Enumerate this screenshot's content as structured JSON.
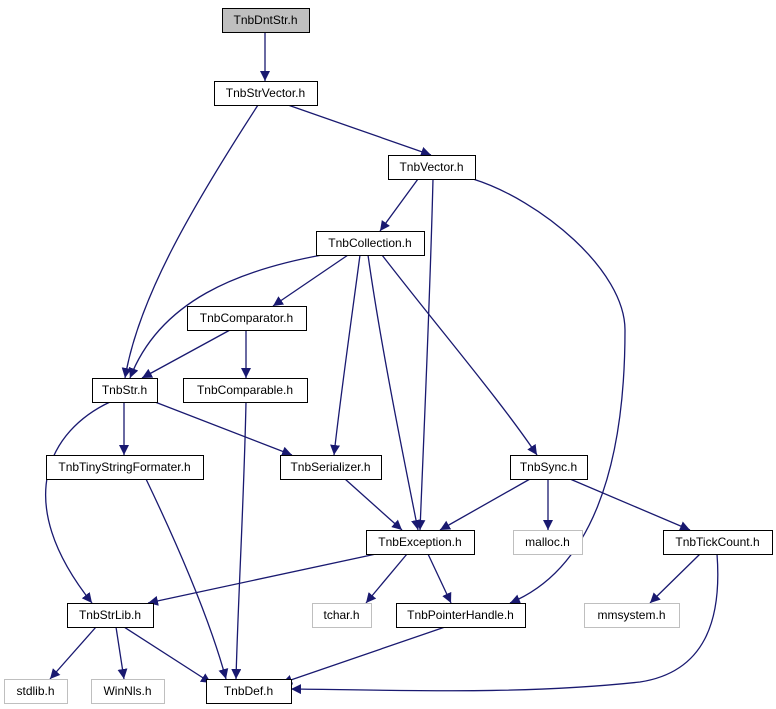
{
  "diagram": {
    "nodes": [
      {
        "id": "dnt",
        "label": "TnbDntStr.h",
        "style": "focus"
      },
      {
        "id": "strvec",
        "label": "TnbStrVector.h",
        "style": "normal"
      },
      {
        "id": "vec",
        "label": "TnbVector.h",
        "style": "normal"
      },
      {
        "id": "coll",
        "label": "TnbCollection.h",
        "style": "normal"
      },
      {
        "id": "comparator",
        "label": "TnbComparator.h",
        "style": "normal"
      },
      {
        "id": "str",
        "label": "TnbStr.h",
        "style": "normal"
      },
      {
        "id": "comparable",
        "label": "TnbComparable.h",
        "style": "normal"
      },
      {
        "id": "tiny",
        "label": "TnbTinyStringFormater.h",
        "style": "normal"
      },
      {
        "id": "ser",
        "label": "TnbSerializer.h",
        "style": "normal"
      },
      {
        "id": "sync",
        "label": "TnbSync.h",
        "style": "normal"
      },
      {
        "id": "exc",
        "label": "TnbException.h",
        "style": "normal"
      },
      {
        "id": "malloc",
        "label": "malloc.h",
        "style": "external"
      },
      {
        "id": "tick",
        "label": "TnbTickCount.h",
        "style": "normal"
      },
      {
        "id": "strlib",
        "label": "TnbStrLib.h",
        "style": "normal"
      },
      {
        "id": "tchar",
        "label": "tchar.h",
        "style": "external"
      },
      {
        "id": "ptr",
        "label": "TnbPointerHandle.h",
        "style": "normal"
      },
      {
        "id": "mmsys",
        "label": "mmsystem.h",
        "style": "external"
      },
      {
        "id": "stdlib",
        "label": "stdlib.h",
        "style": "external"
      },
      {
        "id": "winnls",
        "label": "WinNls.h",
        "style": "external"
      },
      {
        "id": "def",
        "label": "TnbDef.h",
        "style": "normal"
      }
    ],
    "edges": [
      {
        "from": "dnt",
        "to": "strvec"
      },
      {
        "from": "strvec",
        "to": "vec"
      },
      {
        "from": "strvec",
        "to": "str"
      },
      {
        "from": "vec",
        "to": "coll"
      },
      {
        "from": "vec",
        "to": "exc"
      },
      {
        "from": "vec",
        "to": "ptr"
      },
      {
        "from": "coll",
        "to": "comparator"
      },
      {
        "from": "coll",
        "to": "str"
      },
      {
        "from": "coll",
        "to": "ser"
      },
      {
        "from": "coll",
        "to": "exc"
      },
      {
        "from": "coll",
        "to": "sync"
      },
      {
        "from": "comparator",
        "to": "str"
      },
      {
        "from": "comparator",
        "to": "comparable"
      },
      {
        "from": "str",
        "to": "tiny"
      },
      {
        "from": "str",
        "to": "ser"
      },
      {
        "from": "str",
        "to": "strlib"
      },
      {
        "from": "comparable",
        "to": "def"
      },
      {
        "from": "tiny",
        "to": "def"
      },
      {
        "from": "ser",
        "to": "exc"
      },
      {
        "from": "sync",
        "to": "exc"
      },
      {
        "from": "sync",
        "to": "malloc"
      },
      {
        "from": "sync",
        "to": "tick"
      },
      {
        "from": "exc",
        "to": "strlib"
      },
      {
        "from": "exc",
        "to": "tchar"
      },
      {
        "from": "exc",
        "to": "ptr"
      },
      {
        "from": "tick",
        "to": "mmsys"
      },
      {
        "from": "tick",
        "to": "def"
      },
      {
        "from": "strlib",
        "to": "stdlib"
      },
      {
        "from": "strlib",
        "to": "winnls"
      },
      {
        "from": "strlib",
        "to": "def"
      },
      {
        "from": "ptr",
        "to": "def"
      }
    ],
    "colors": {
      "edge": "#191970",
      "node_border": "#000000",
      "external_border": "#bfbfbf",
      "focus_fill": "#bfbfbf",
      "node_fill": "#ffffff",
      "text": "#000000"
    }
  }
}
